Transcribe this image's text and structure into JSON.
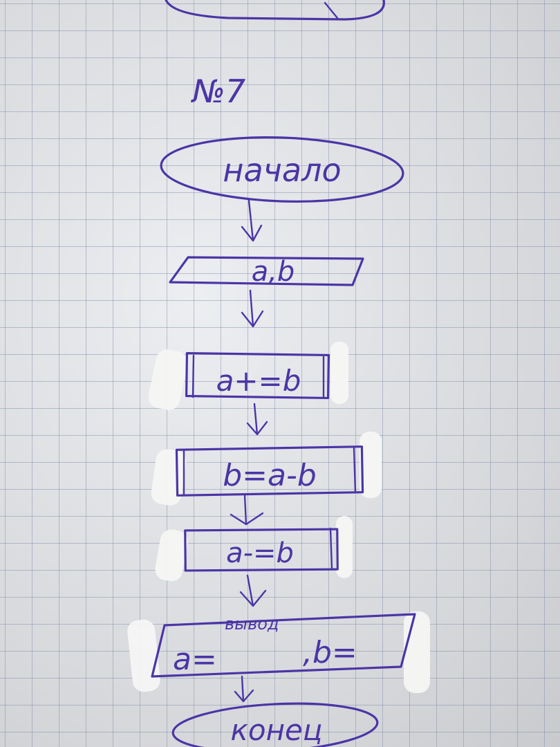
{
  "diagram": {
    "task_number": "№7",
    "start_label": "начало",
    "input_label": "a,b",
    "step1": "a+=b",
    "step2": "b=a-b",
    "step3": "a-=b",
    "output_prefix": "a=",
    "output_annotation": "вывод",
    "output_middle": ",b=",
    "end_label": "конец"
  },
  "colors": {
    "ink": "#4b35a6",
    "paper": "#dcdde0",
    "grid": "#7887a5",
    "correction_fluid": "#f6f6f4"
  }
}
